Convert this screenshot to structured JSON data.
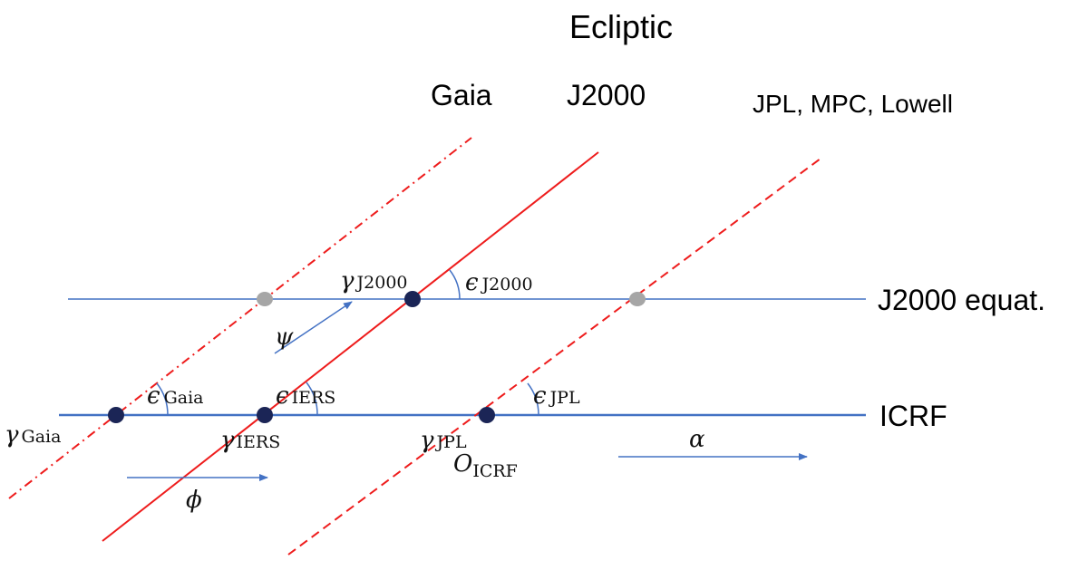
{
  "title": "Ecliptic",
  "ecliptics": {
    "gaia": "Gaia",
    "j2000": "J2000",
    "jpl": "JPL, MPC, Lowell"
  },
  "planes": {
    "j2000_equat": "J2000 equat.",
    "icrf": "ICRF"
  },
  "labels": {
    "gamma_gaia": {
      "sym": "γ",
      "sub": "Gaia"
    },
    "gamma_iers": {
      "sym": "γ",
      "sub": "IERS"
    },
    "gamma_jpl": {
      "sym": "γ",
      "sub": "JPL"
    },
    "gamma_j2000": {
      "sym": "γ",
      "sub": "J2000"
    },
    "eps_gaia": {
      "sym": "ϵ",
      "sub": "Gaia"
    },
    "eps_iers": {
      "sym": "ϵ",
      "sub": "IERS"
    },
    "eps_jpl": {
      "sym": "ϵ",
      "sub": "JPL"
    },
    "eps_j2000": {
      "sym": "ϵ",
      "sub": "J2000"
    },
    "o_icrf": {
      "sym": "O",
      "sub": "ICRF"
    },
    "psi": "ψ",
    "phi": "ϕ",
    "alpha": "α"
  },
  "colors": {
    "ecliptic": "#ee1c1c",
    "equator": "#4472c4",
    "point": "#1b2556",
    "gray_point": "#a6a6a6"
  }
}
